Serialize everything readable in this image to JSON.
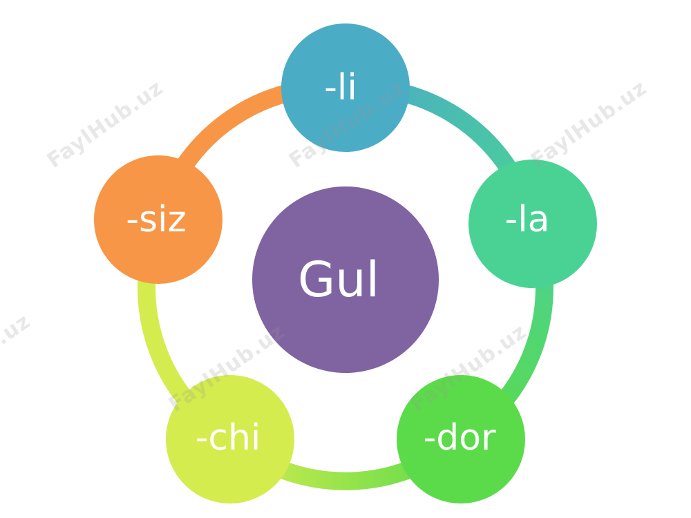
{
  "center": {
    "label": "Gul",
    "color": "#8064A2"
  },
  "suffixes": [
    {
      "label": "-li",
      "color": "#4BACC6"
    },
    {
      "label": "-la",
      "color": "#4AD295"
    },
    {
      "label": "-dor",
      "color": "#5BDB4A"
    },
    {
      "label": "-chi",
      "color": "#D4EC4E"
    },
    {
      "label": "-siz",
      "color": "#F79646"
    }
  ],
  "ring_colors": {
    "li_to_la": [
      "#4BACC6",
      "#4AD295"
    ],
    "la_to_dor": [
      "#4AD295",
      "#5BDB4A"
    ],
    "dor_to_chi": [
      "#5BDB4A",
      "#D4EC4E"
    ],
    "chi_to_siz": [
      "#D4EC4E",
      "#D4EC4E"
    ],
    "siz_to_li": [
      "#F79646",
      "#F79646"
    ]
  },
  "watermark": {
    "text": "FaylHub.uz"
  }
}
